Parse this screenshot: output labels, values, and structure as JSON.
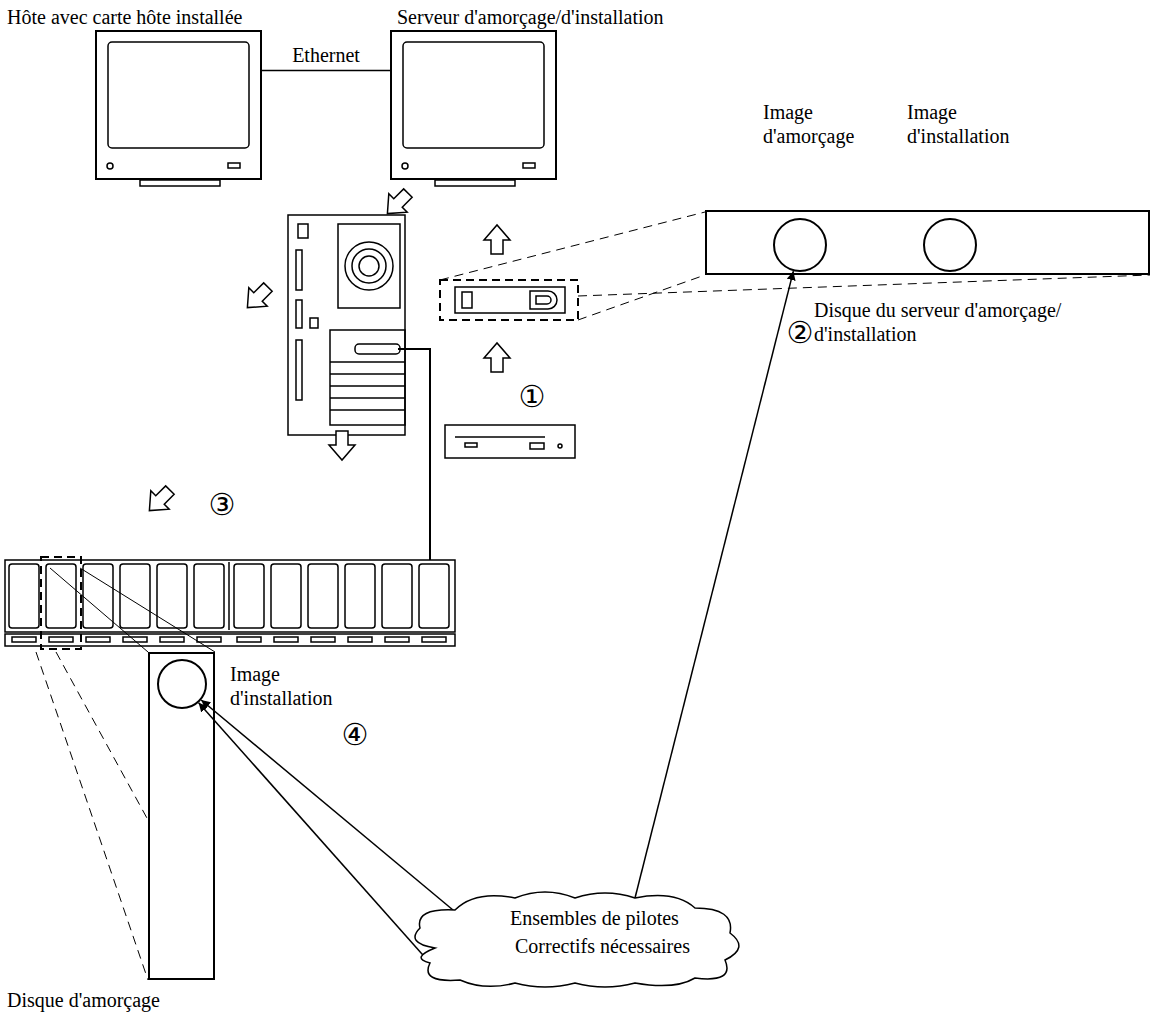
{
  "diagram": {
    "nodes": [
      {
        "text": [
          "Hôte avec carte hôte installée"
        ]
      },
      {
        "text": [
          "Serveur d'amorçage/d'installation"
        ]
      },
      {
        "text": [
          "Disque du serveur d'amorçage/ d'installation"
        ]
      },
      {
        "text": [
          "Image d'amorçage"
        ],
        "in": 2
      },
      {
        "text": [
          "Image d'installation"
        ],
        "in": 2
      },
      {
        "text": [
          "Disque d'amorçage"
        ]
      },
      {
        "text": [
          "Image d'installation"
        ],
        "in": 5
      },
      {
        "text": [
          "Ensembles de pilotes",
          "Correctifs nécessaires"
        ]
      }
    ],
    "edges": [
      {
        "from": 0,
        "to": 1,
        "arrow": "none",
        "label": "Ethernet"
      },
      {
        "from": 7,
        "to": 3,
        "arrow": "to"
      },
      {
        "from": 7,
        "to": 6,
        "arrow": "to"
      },
      {
        "from": 7,
        "to": 6,
        "arrow": "to"
      }
    ],
    "labels": [
      "①",
      "②",
      "③",
      "④"
    ]
  }
}
